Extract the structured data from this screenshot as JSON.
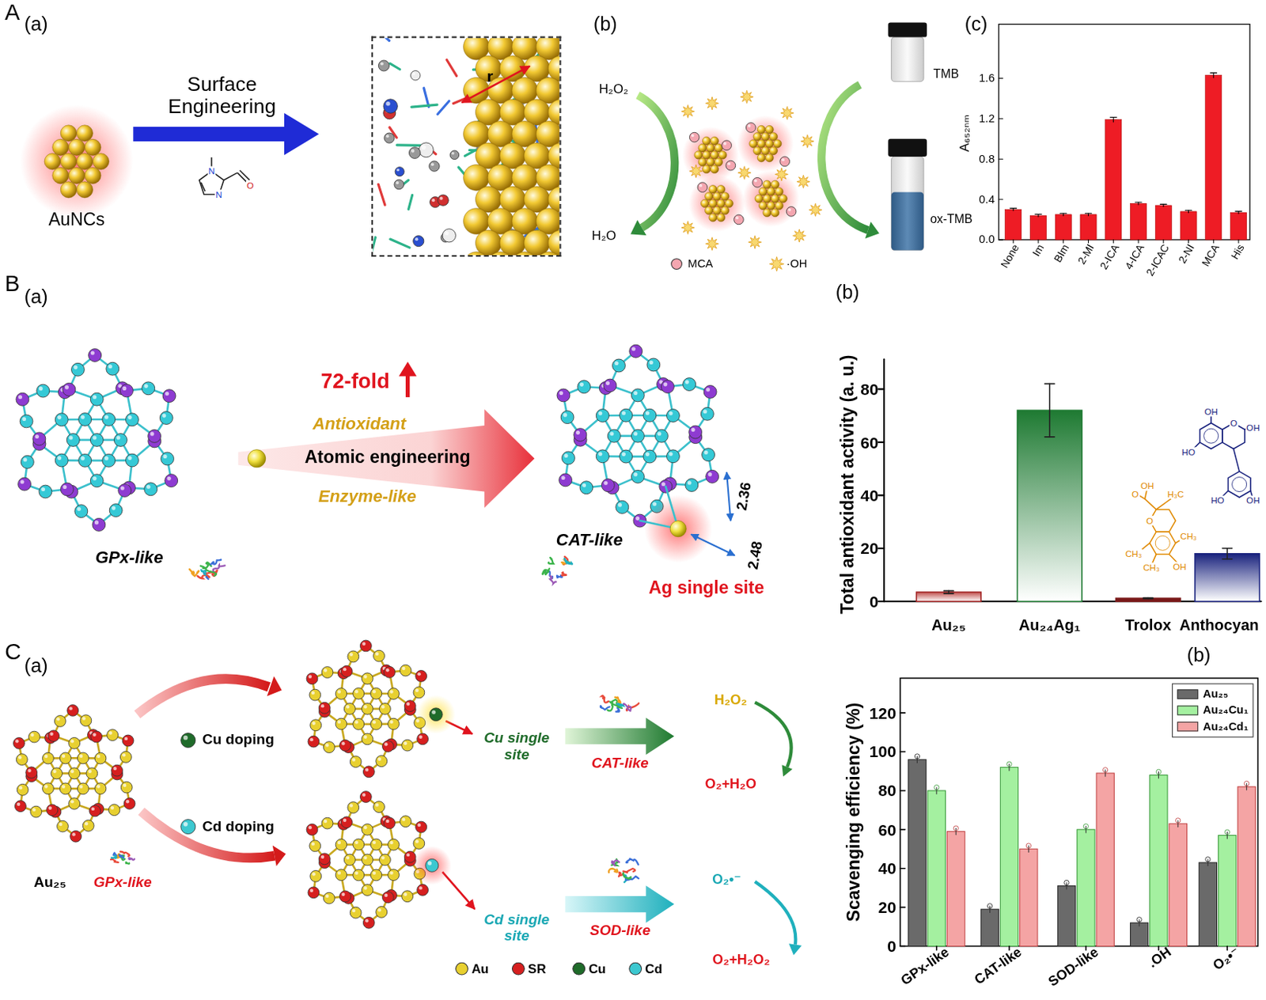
{
  "diagram": {
    "nodes": [
      {
        "text": [
          "r"
        ]
      }
    ],
    "labels": [
      "A",
      "(a)",
      "AuNCs",
      "Surface Engineering",
      "N",
      "N",
      "O",
      "(b)",
      "H₂O₂",
      "H₂O",
      "TMB",
      "ox-TMB",
      "(c)",
      "A₆₅₂ₙₘ",
      "0.0",
      "0.4",
      "0.8",
      "1.2",
      "1.6",
      "None",
      "Im",
      "BIm",
      "2-MI",
      "2-ICA",
      "4-ICA",
      "2-ICAC",
      "2-NI",
      "MCA",
      "His",
      "B",
      "(a)",
      "72-fold",
      "Antioxidant",
      "Atomic engineering",
      "Enzyme-like",
      "GPx-like",
      "CAT-like",
      "2.36",
      "2.48",
      "Ag single site",
      "(b)",
      "Total antioxidant activity (a. u.)",
      "0",
      "20",
      "40",
      "60",
      "80",
      "Au₂₅",
      "Au₂₄Ag₁",
      "Trolox",
      "Anthocyan",
      "O",
      "OH",
      "H₃C",
      "O",
      "CH₃",
      "CH₃",
      "CH₃",
      "OH",
      "OH",
      "HO",
      "O",
      "OH",
      "HO",
      "OH",
      "C",
      "(a)",
      "Cu doping",
      "Cd doping",
      "Cu single site",
      "Cd single site",
      "CAT-like",
      "SOD-like",
      "H₂O₂",
      "O₂+H₂O",
      "O₂•⁻",
      "O₂+H₂O₂",
      "Au₂₅",
      "GPx-like",
      "(b)",
      "Scavenging efficiency (%)",
      "0",
      "20",
      "40",
      "60",
      "80",
      "100",
      "120",
      "GPx-like",
      "CAT-like",
      "SOD-like",
      ".OH",
      "O₂•⁻"
    ],
    "legend": [
      {
        "text": "MCA",
        "color": "#f4a6b0"
      },
      {
        "text": "·OH"
      },
      {
        "text": "Au",
        "color": "#e8d030"
      },
      {
        "text": "SR",
        "color": "#d61f1f"
      },
      {
        "text": "Cu",
        "color": "#1f6b2a"
      },
      {
        "text": "Cd",
        "color": "#3cc8d0"
      },
      {
        "text": "Au₂₅",
        "color": "#6a6a6a"
      },
      {
        "text": "Au₂₄Cu₁",
        "color": "#a4f0a0"
      },
      {
        "text": "Au₂₄Cd₁",
        "color": "#f4a4a4"
      }
    ]
  }
}
